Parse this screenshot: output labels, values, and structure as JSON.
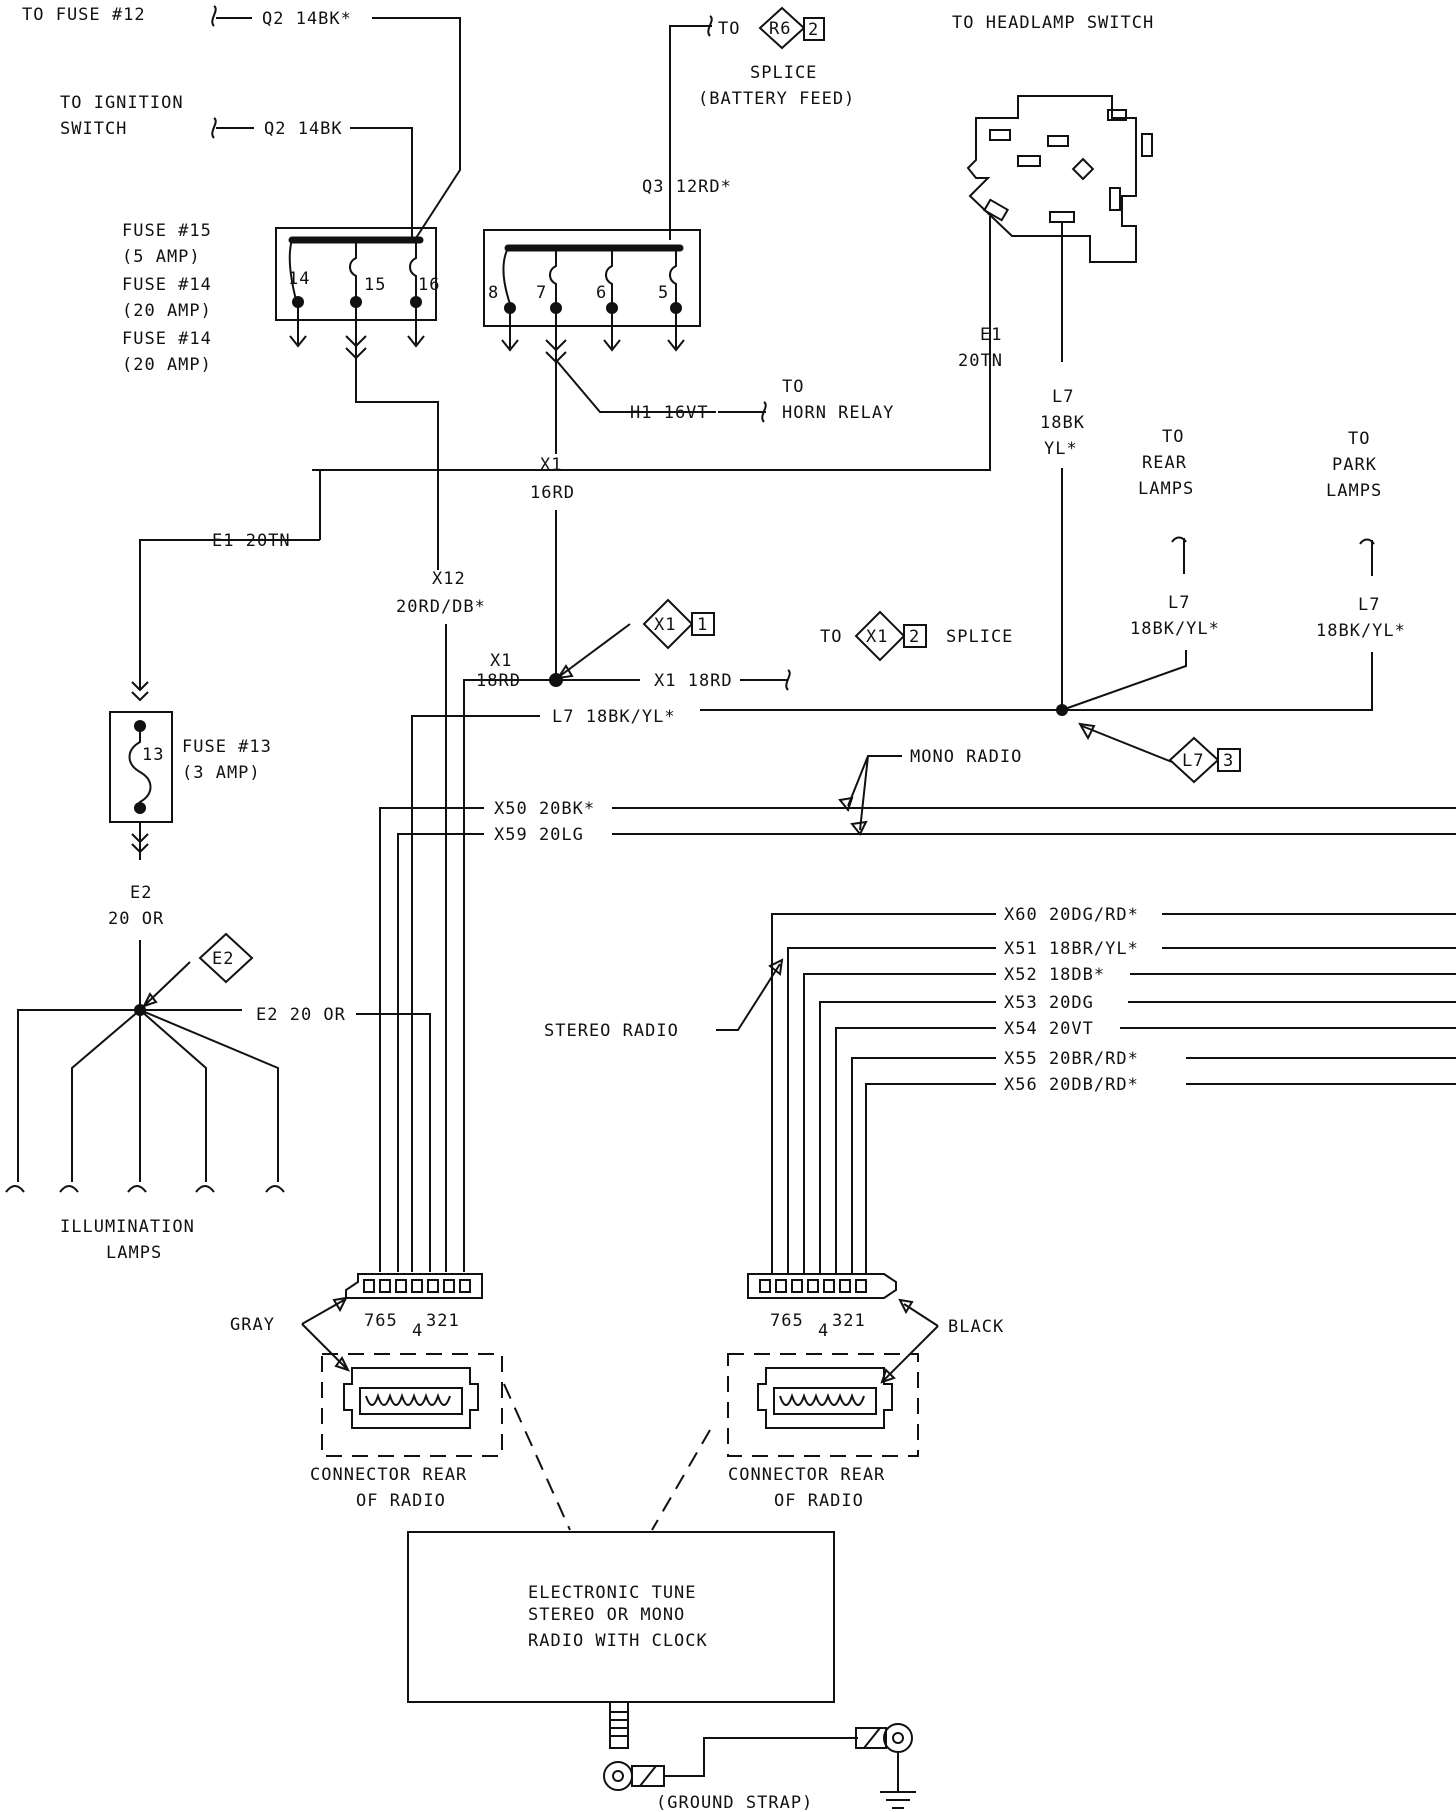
{
  "feeds": {
    "fuse12": "TO FUSE #12",
    "q2_top": "Q2 14BK*",
    "ignition_l1": "TO IGNITION",
    "ignition_l2": "SWITCH",
    "q2_mid": "Q2 14BK",
    "to_label": "TO",
    "splice_r6_id": "R6",
    "splice_r6_pin": "2",
    "splice_label": "SPLICE",
    "battery_feed": "(BATTERY FEED)",
    "q3": "Q3 12RD*",
    "headlamp_switch": "TO HEADLAMP SWITCH"
  },
  "fuses_left": {
    "l1": "FUSE #15",
    "l2": "(5 AMP)",
    "l3": "FUSE #14",
    "l4": "(20 AMP)",
    "l5": "FUSE #14",
    "l6": "(20 AMP)",
    "cav14": "14",
    "cav15": "15",
    "cav16": "16"
  },
  "fuses_right": {
    "cav8": "8",
    "cav7": "7",
    "cav6": "6",
    "cav5": "5"
  },
  "wires": {
    "e1_line1": "E1",
    "e1_line2": "20TN",
    "l7_line1": "L7",
    "l7_line2": "18BK",
    "l7_line3": "YL*",
    "to_rear_1": "TO",
    "to_rear_2": "REAR",
    "to_rear_3": "LAMPS",
    "to_park_1": "TO",
    "to_park_2": "PARK",
    "to_park_3": "LAMPS",
    "l7_rear_1": "L7",
    "l7_rear_2": "18BK/YL*",
    "l7_park_1": "L7",
    "l7_park_2": "18BK/YL*",
    "h1": "H1 16VT",
    "to_horn_1": "TO",
    "to_horn_2": "HORN RELAY",
    "x1_line1": "X1",
    "x1_line2": "16RD",
    "e1_horizontal": "E1 20TN",
    "x12_line1": "X12",
    "x12_line2": "20RD/DB*",
    "x1_splice_id": "X1",
    "x1_splice_pin": "1",
    "to_x1_to": "TO",
    "to_x1_id": "X1",
    "to_x1_pin": "2",
    "to_x1_splice": "SPLICE",
    "x1_small_1": "X1",
    "x1_small_2": "18RD",
    "x1_right": "X1 18RD",
    "l7_horizontal": "L7 18BK/YL*",
    "l7_splice_id": "L7",
    "l7_splice_pin": "3",
    "fuse13_num": "13",
    "fuse13_l1": "FUSE #13",
    "fuse13_l2": "(3 AMP)",
    "mono_radio": "MONO RADIO",
    "x50": "X50 20BK*",
    "x59": "X59 20LG",
    "e2_l1": "E2",
    "e2_l2": "20 OR",
    "e2_splice_id": "E2",
    "e2_horizontal": "E2 20 OR",
    "x60": "X60 20DG/RD*",
    "x51": "X51 18BR/YL*",
    "x52": "X52 18DB*",
    "x53": "X53 20DG",
    "x54": "X54 20VT",
    "x55": "X55 20BR/RD*",
    "x56": "X56 20DB/RD*",
    "stereo_radio": "STEREO RADIO",
    "illum_l1": "ILLUMINATION",
    "illum_l2": "LAMPS"
  },
  "connectors": {
    "pins_left": "765",
    "pin_mid": "4",
    "pins_right": "321",
    "gray": "GRAY",
    "black": "BLACK",
    "rear_l1": "CONNECTOR REAR",
    "rear_l2": "OF RADIO"
  },
  "radio": {
    "l1": "ELECTRONIC TUNE",
    "l2": "STEREO OR MONO",
    "l3": "RADIO WITH CLOCK",
    "ground_strap": "(GROUND STRAP)"
  }
}
